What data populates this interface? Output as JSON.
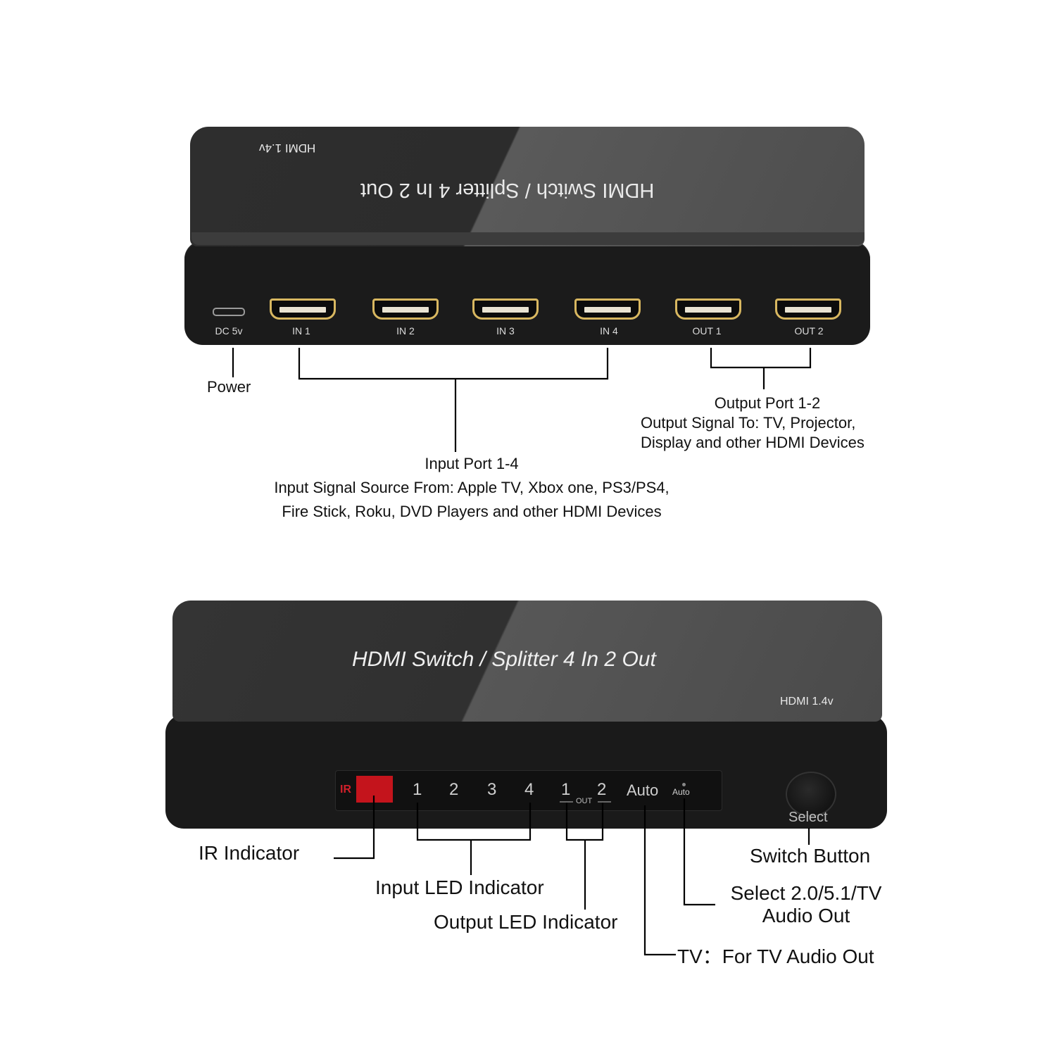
{
  "device_rear": {
    "top_label": "HDMI 1.4v",
    "title": "HDMI Switch / Splitter 4 In 2 Out",
    "ports": {
      "dc": "DC 5v",
      "in1": "IN 1",
      "in2": "IN 2",
      "in3": "IN 3",
      "in4": "IN 4",
      "out1": "OUT 1",
      "out2": "OUT 2"
    }
  },
  "annotations_rear": {
    "power": "Power",
    "output_heading": "Output Port 1-2",
    "output_line1": "Output Signal To: TV, Projector,",
    "output_line2": "Display and other HDMI Devices",
    "input_heading": "Input Port 1-4",
    "input_line1": "Input Signal Source From: Apple TV, Xbox one, PS3/PS4,",
    "input_line2": "Fire Stick, Roku, DVD Players and other HDMI Devices"
  },
  "device_front": {
    "title": "HDMI Switch / Splitter 4 In 2 Out",
    "version": "HDMI 1.4v",
    "ir": "IR",
    "inputs": [
      "1",
      "2",
      "3",
      "4"
    ],
    "outputs": [
      "1",
      "2"
    ],
    "out_label": "OUT",
    "auto": "Auto",
    "auto_small": "Auto",
    "select": "Select"
  },
  "annotations_front": {
    "ir": "IR Indicator",
    "input_led": "Input LED Indicator",
    "output_led": "Output LED Indicator",
    "switch_button": "Switch Button",
    "select_audio_1": "Select 2.0/5.1/TV",
    "select_audio_2": "Audio Out",
    "tv_audio": "TV：For TV Audio Out"
  },
  "colors": {
    "device_body": "#1b1b1b",
    "port_gold": "#d8b760",
    "ir_red": "#c4141c"
  }
}
